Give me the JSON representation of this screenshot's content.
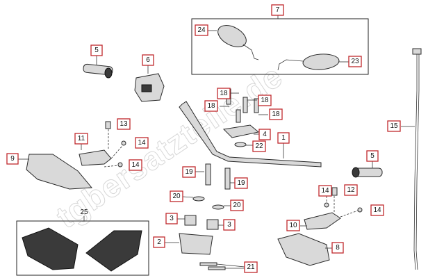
{
  "watermark": "tgbersatzteile.de",
  "callouts": [
    {
      "id": "c7",
      "label": "7"
    },
    {
      "id": "c24",
      "label": "24"
    },
    {
      "id": "c23",
      "label": "23"
    },
    {
      "id": "c5a",
      "label": "5"
    },
    {
      "id": "c6",
      "label": "6"
    },
    {
      "id": "c18a",
      "label": "18"
    },
    {
      "id": "c18b",
      "label": "18"
    },
    {
      "id": "c18c",
      "label": "18"
    },
    {
      "id": "c18d",
      "label": "18"
    },
    {
      "id": "c13",
      "label": "13"
    },
    {
      "id": "c11",
      "label": "11"
    },
    {
      "id": "c14a",
      "label": "14"
    },
    {
      "id": "c14b",
      "label": "14"
    },
    {
      "id": "c9",
      "label": "9"
    },
    {
      "id": "c4",
      "label": "4"
    },
    {
      "id": "c22",
      "label": "22"
    },
    {
      "id": "c1",
      "label": "1"
    },
    {
      "id": "c15",
      "label": "15"
    },
    {
      "id": "c5b",
      "label": "5"
    },
    {
      "id": "c19a",
      "label": "19"
    },
    {
      "id": "c19b",
      "label": "19"
    },
    {
      "id": "c20a",
      "label": "20"
    },
    {
      "id": "c20b",
      "label": "20"
    },
    {
      "id": "c3a",
      "label": "3"
    },
    {
      "id": "c3b",
      "label": "3"
    },
    {
      "id": "c2",
      "label": "2"
    },
    {
      "id": "c21",
      "label": "21"
    },
    {
      "id": "c14c",
      "label": "14"
    },
    {
      "id": "c12",
      "label": "12"
    },
    {
      "id": "c14d",
      "label": "14"
    },
    {
      "id": "c10",
      "label": "10"
    },
    {
      "id": "c8",
      "label": "8"
    }
  ],
  "group_label": "25"
}
